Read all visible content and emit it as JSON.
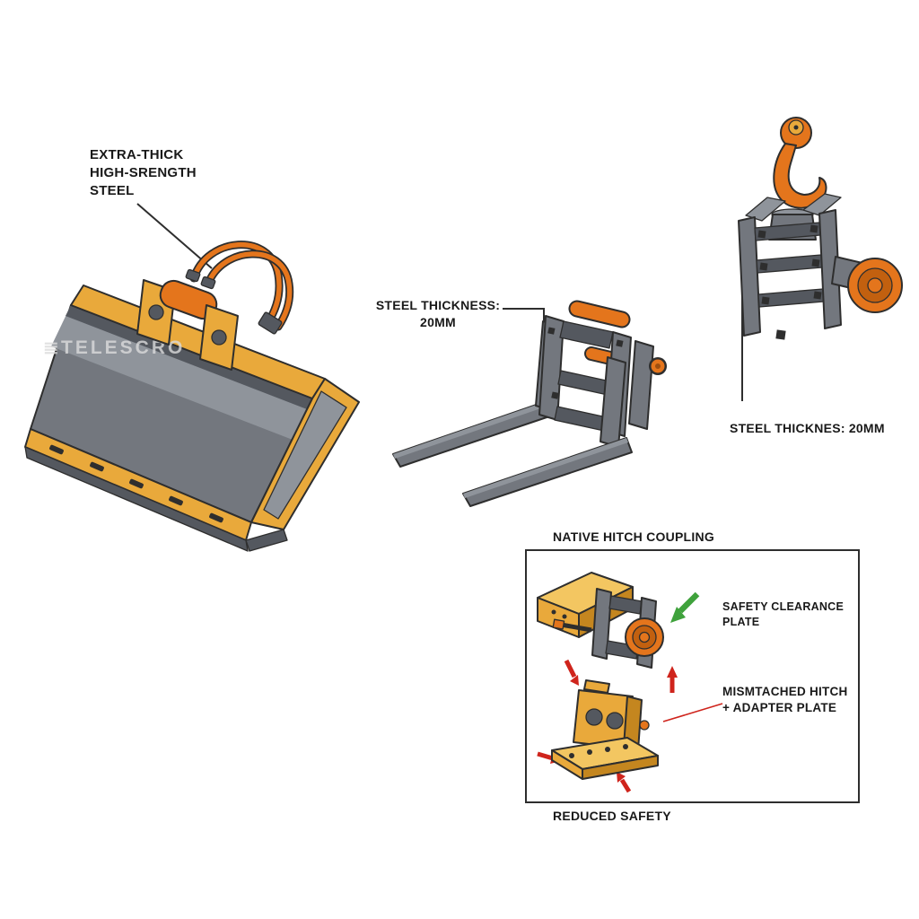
{
  "colors": {
    "yellow": "#E9A93B",
    "yellow_light": "#F3C661",
    "yellow_dark": "#C4861F",
    "orange": "#E4751C",
    "orange_mid": "#C2600F",
    "orange_dark": "#9E4F10",
    "steel": "#73777E",
    "steel_light": "#8F949B",
    "steel_dark": "#54585F",
    "outline": "#2E2E2E",
    "green": "#3FA23C",
    "red": "#CF241C",
    "label": "#191919",
    "watermark": "#DCDCDC"
  },
  "labels": {
    "bucket_callout": "EXTRA-THICK\nHIGH-SRENGTH\nSTEEL",
    "forks_thickness": "STEEL THICKNESS:\n20MM",
    "hook_thickness": "STEEL THICKNES: 20MM",
    "inset_title": "NATIVE HITCH COUPLING",
    "safety_plate": "SAFETY CLEARANCE PLATE",
    "mismatched_hitch": "MISMTACHED HITCH\n+ ADAPTER PLATE",
    "reduced_safety": "REDUCED SAFETY",
    "watermark_glyph": "≣",
    "watermark": "TELESCRO"
  }
}
